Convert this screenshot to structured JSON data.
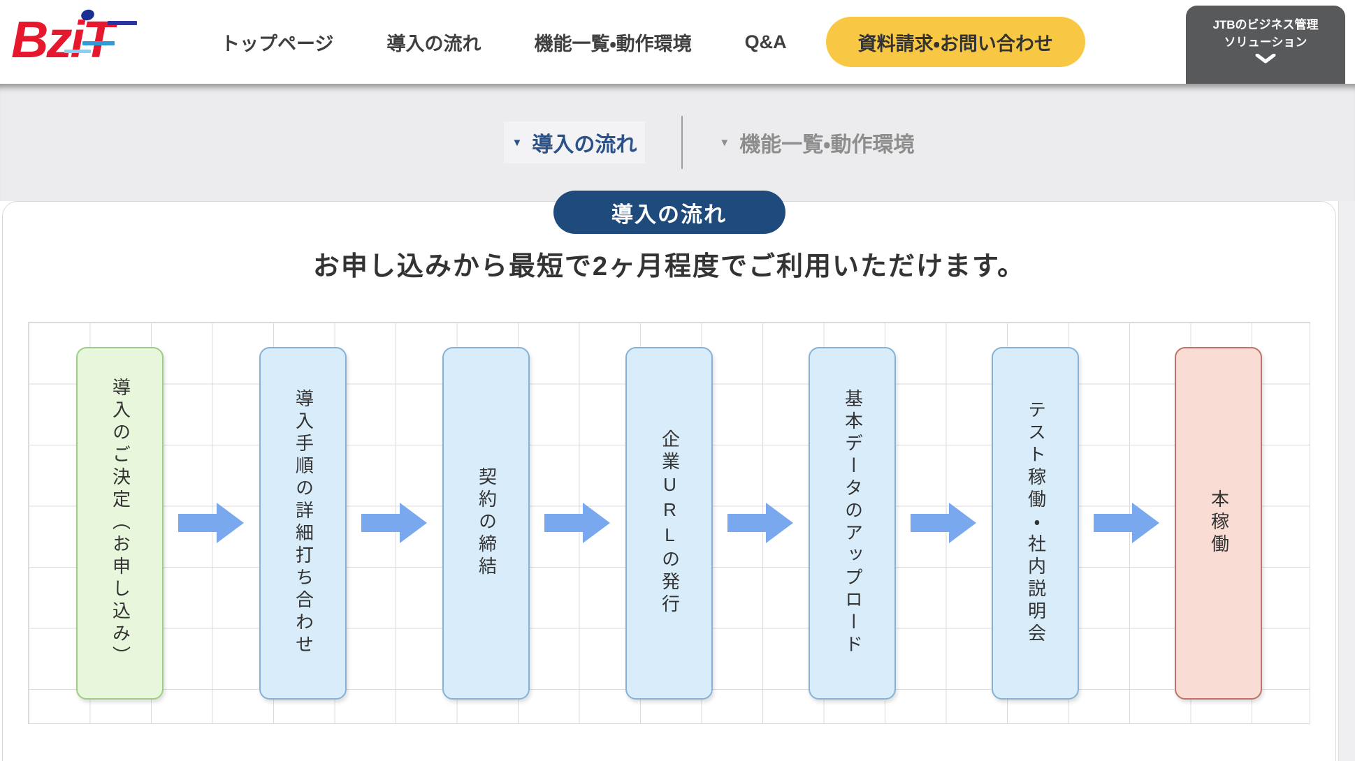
{
  "header": {
    "logo": {
      "part1": "Bz",
      "part2": "i",
      "part3": "T"
    },
    "nav_items": [
      {
        "label": "トップページ"
      },
      {
        "label": "導入の流れ"
      },
      {
        "label": "機能一覧・動作環境"
      },
      {
        "label": "Q&A"
      }
    ],
    "cta_label": "資料請求・お問い合わせ",
    "mega_tab": {
      "line1": "JTBのビジネス管理",
      "line2": "ソリューション"
    }
  },
  "subnav": {
    "items": [
      {
        "marker": "▼",
        "label": "導入の流れ",
        "active": true
      },
      {
        "marker": "▼",
        "label": "機能一覧・動作環境",
        "active": false
      }
    ]
  },
  "main": {
    "badge_label": "導入の流れ",
    "heading": "お申し込みから最短で2ヶ月程度でご利用いただけます。"
  },
  "flow": {
    "steps": [
      {
        "label": "導入のご決定（お申し込み）",
        "type": "start"
      },
      {
        "label": "導入手順の詳細打ち合わせ",
        "type": "process"
      },
      {
        "label": "契約の締結",
        "type": "process"
      },
      {
        "label": "企業URLの発行",
        "type": "process"
      },
      {
        "label": "基本データのアップロード",
        "type": "process"
      },
      {
        "label": "テスト稼働・社内説明会",
        "type": "process"
      },
      {
        "label": "本稼働",
        "type": "end"
      }
    ]
  },
  "colors": {
    "brand_red": "#e6182e",
    "logo_navy": "#2b35a0",
    "logo_blue": "#2f9ad6",
    "logo_cyan": "#86d2f2",
    "accent_yellow": "#f8c845",
    "mega_tab_gray": "#58595b",
    "badge_navy": "#1e4b7c",
    "subnav_active_blue": "#2a5188",
    "subnav_inactive_gray": "#8d8d8d",
    "arrow_blue": "#7aa8ee",
    "step_start_fill": "#e8f6dc",
    "step_start_border": "#a0cc85",
    "step_process_fill": "#d9ecfa",
    "step_process_border": "#85b3d7",
    "step_end_fill": "#f9ddd5",
    "step_end_border": "#bf7368",
    "grid_line": "#dbdbdb"
  }
}
